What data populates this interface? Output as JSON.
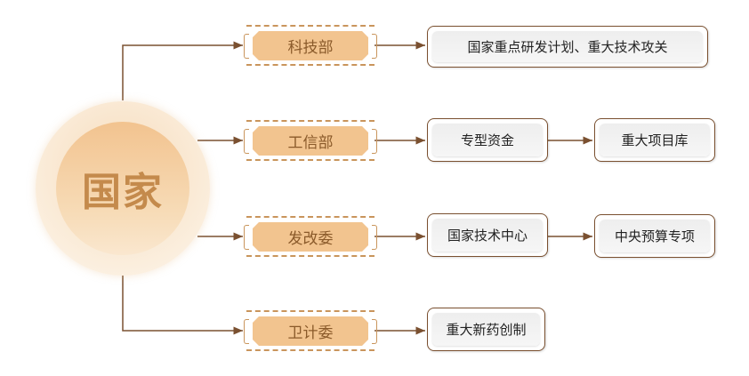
{
  "center": {
    "label": "国家"
  },
  "rows": [
    {
      "dept": "科技部",
      "items": [
        "国家重点研发计划、重大技术攻关"
      ]
    },
    {
      "dept": "工信部",
      "items": [
        "专型资金",
        "重大项目库"
      ]
    },
    {
      "dept": "发改委",
      "items": [
        "国家技术中心",
        "中央预算专项"
      ]
    },
    {
      "dept": "卫计委",
      "items": [
        "重大新药创制"
      ]
    }
  ],
  "colors": {
    "line": "#7a5030",
    "dept_fill": "#f2c48f",
    "dept_text": "#8a5a2a",
    "center_text": "#c48a4c"
  }
}
